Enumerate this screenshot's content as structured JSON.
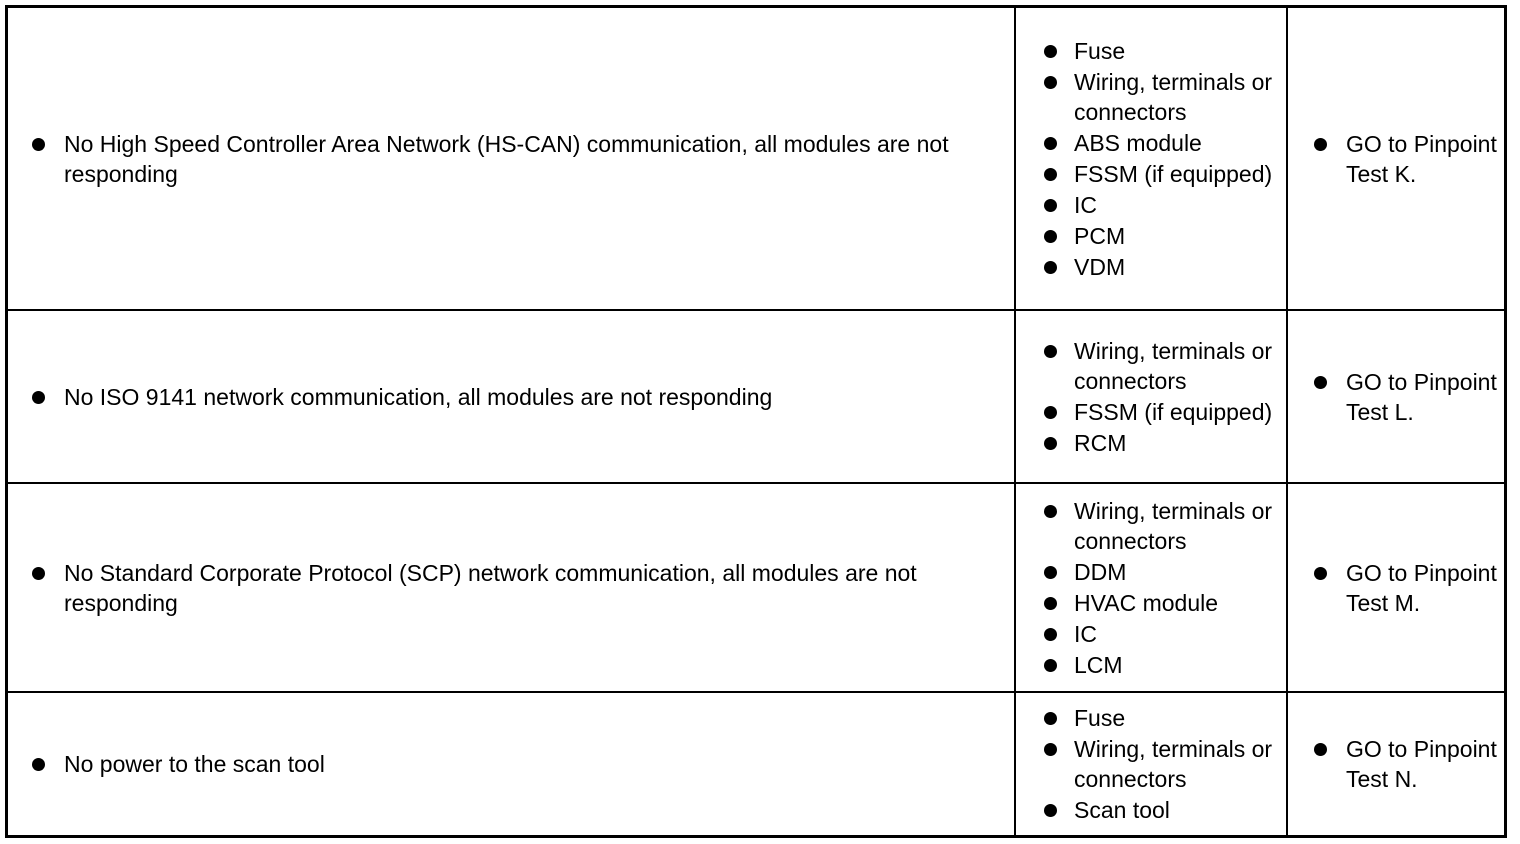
{
  "rows": [
    {
      "condition": "No High Speed Controller Area Network (HS-CAN) communication, all modules are not responding",
      "causes": [
        "Fuse",
        "Wiring, terminals or connectors",
        "ABS module",
        "FSSM (if equipped)",
        "IC",
        "PCM",
        "VDM"
      ],
      "action": "GO to Pinpoint Test K."
    },
    {
      "condition": "No ISO 9141 network communication, all modules are not responding",
      "causes": [
        "Wiring, terminals or connectors",
        "FSSM (if equipped)",
        "RCM"
      ],
      "action": "GO to Pinpoint Test L."
    },
    {
      "condition": "No Standard Corporate Protocol (SCP) network communication, all modules are not responding",
      "causes": [
        "Wiring, terminals or connectors",
        "DDM",
        "HVAC module",
        "IC",
        "LCM"
      ],
      "action": "GO to Pinpoint Test M."
    },
    {
      "condition": "No power to the scan tool",
      "causes": [
        "Fuse",
        "Wiring, terminals or connectors",
        "Scan tool"
      ],
      "action": "GO to Pinpoint Test N."
    }
  ]
}
